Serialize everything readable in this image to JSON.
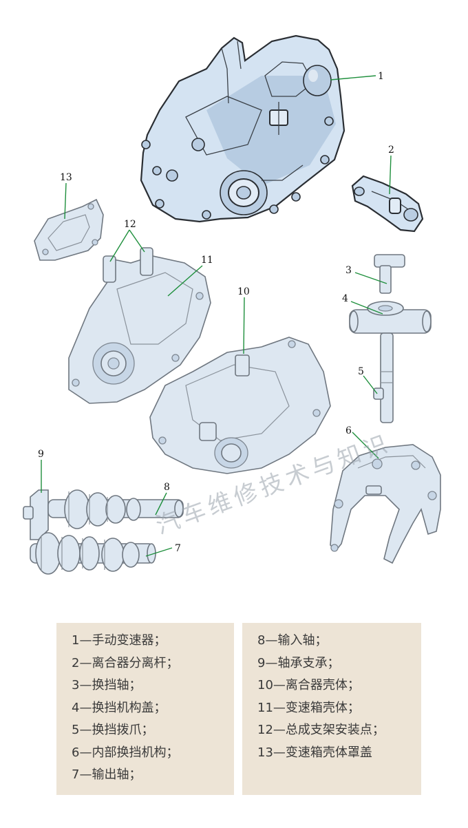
{
  "callouts": {
    "c1": "1",
    "c2": "2",
    "c3": "3",
    "c4": "4",
    "c5": "5",
    "c6": "6",
    "c7": "7",
    "c8": "8",
    "c9": "9",
    "c10": "10",
    "c11": "11",
    "c12": "12",
    "c13": "13"
  },
  "watermark": "汽车维修技术与知识",
  "legend": {
    "left": [
      "1—手动变速器；",
      "2—离合器分离杆；",
      "3—换挡轴；",
      "4—换挡机构盖；",
      "5—换挡拨爪；",
      "6—内部换挡机构；",
      "7—输出轴；"
    ],
    "right": [
      "8—输入轴；",
      "9—轴承支承；",
      "10—离合器壳体；",
      "11—变速箱壳体；",
      "12—总成支架安装点；",
      "13—变速箱壳体罩盖"
    ]
  },
  "colors": {
    "leader": "#1e8f3c",
    "part_fill": "#d4e3f2",
    "legend_bg": "#ede4d6"
  }
}
